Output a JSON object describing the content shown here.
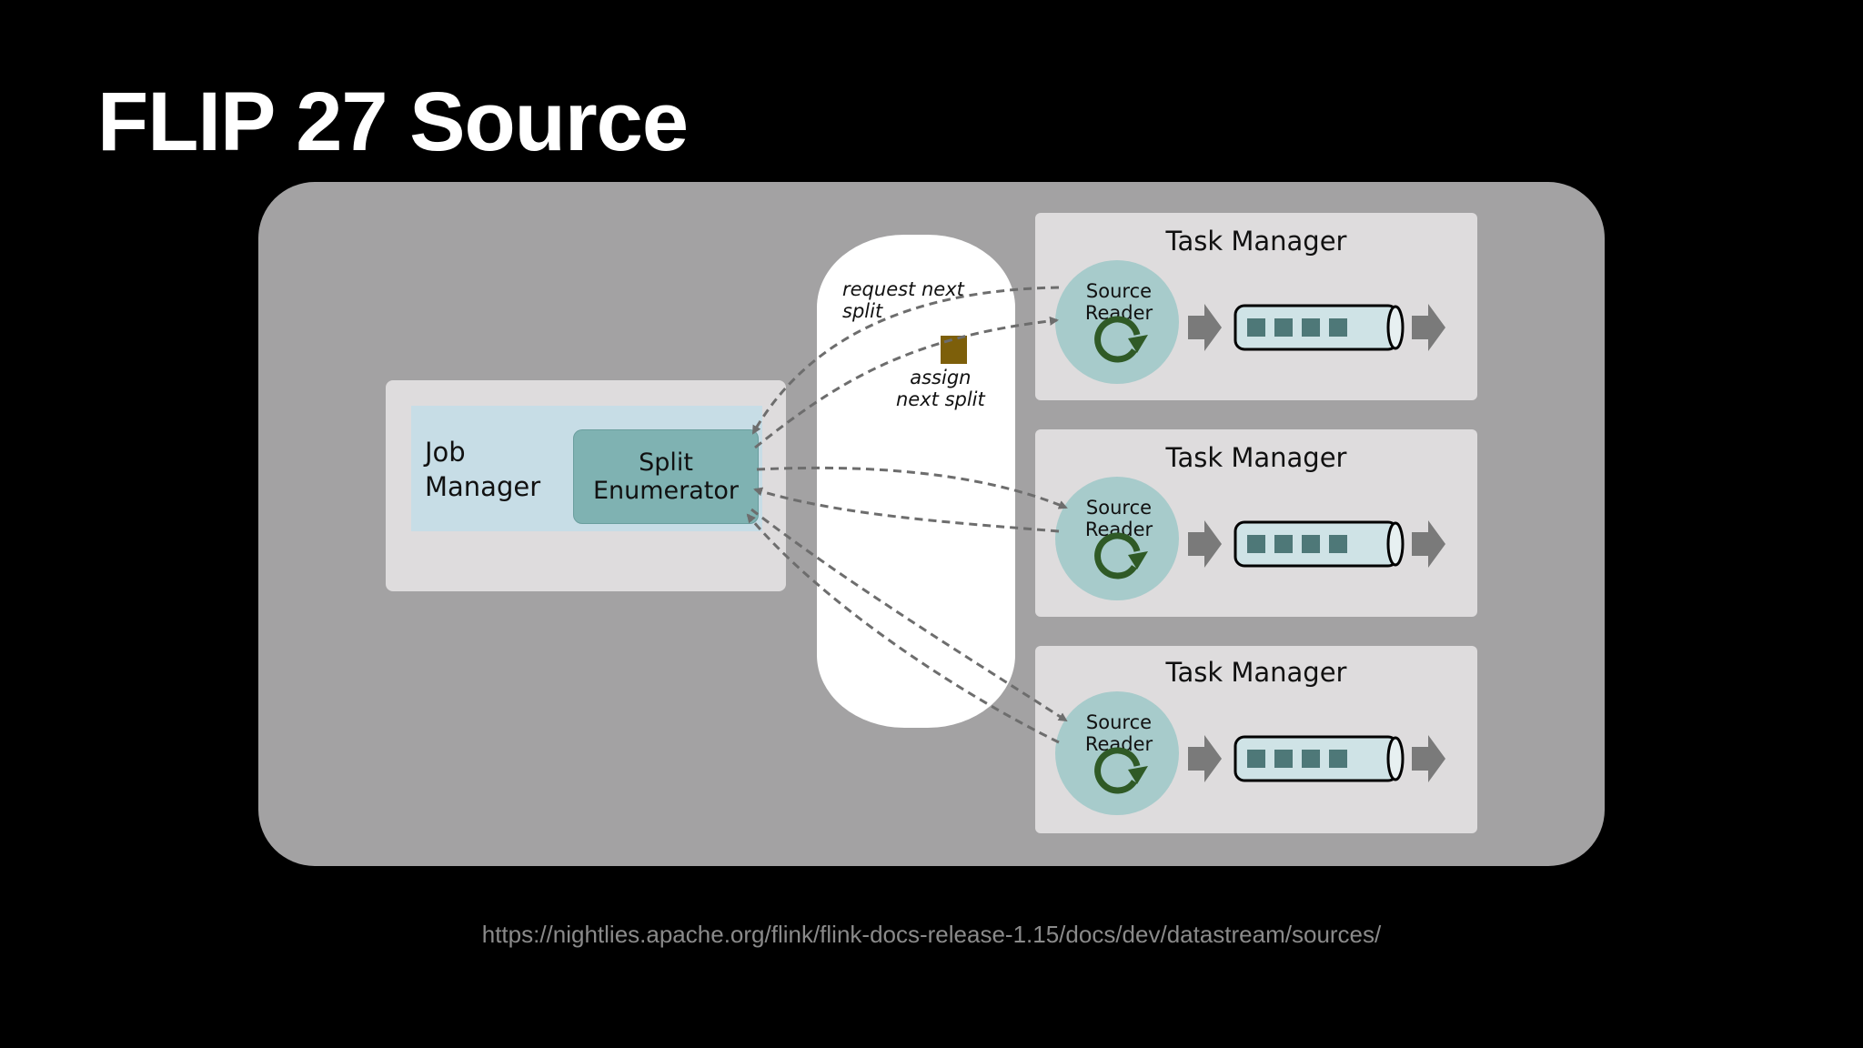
{
  "slide": {
    "title": "FLIP 27 Source",
    "source_url": "https://nightlies.apache.org/flink/flink-docs-release-1.15/docs/dev/datastream/sources/"
  },
  "diagram": {
    "job_manager": {
      "label_line1": "Job",
      "label_line2": "Manager"
    },
    "split_enumerator": {
      "label_line1": "Split",
      "label_line2": "Enumerator"
    },
    "annotations": {
      "request_line1": "request next",
      "request_line2": "split",
      "assign_line1": "assign",
      "assign_line2": "next split"
    },
    "task_managers": [
      {
        "title": "Task Manager",
        "reader_line1": "Source",
        "reader_line2": "Reader"
      },
      {
        "title": "Task Manager",
        "reader_line1": "Source",
        "reader_line2": "Reader"
      },
      {
        "title": "Task Manager",
        "reader_line1": "Source",
        "reader_line2": "Reader"
      }
    ],
    "colors": {
      "panel": "#a3a2a3",
      "box": "#dedcdd",
      "job_manager_inner": "#c7dde6",
      "split_enumerator": "#7fb2b2",
      "source_reader": "#a7cbcb",
      "reader_icon": "#2f5a26",
      "split": "#7d5f0a",
      "queue_item": "#4e7878",
      "arrow": "#7a7a7a",
      "dashed_line": "#6d6d6d"
    }
  }
}
